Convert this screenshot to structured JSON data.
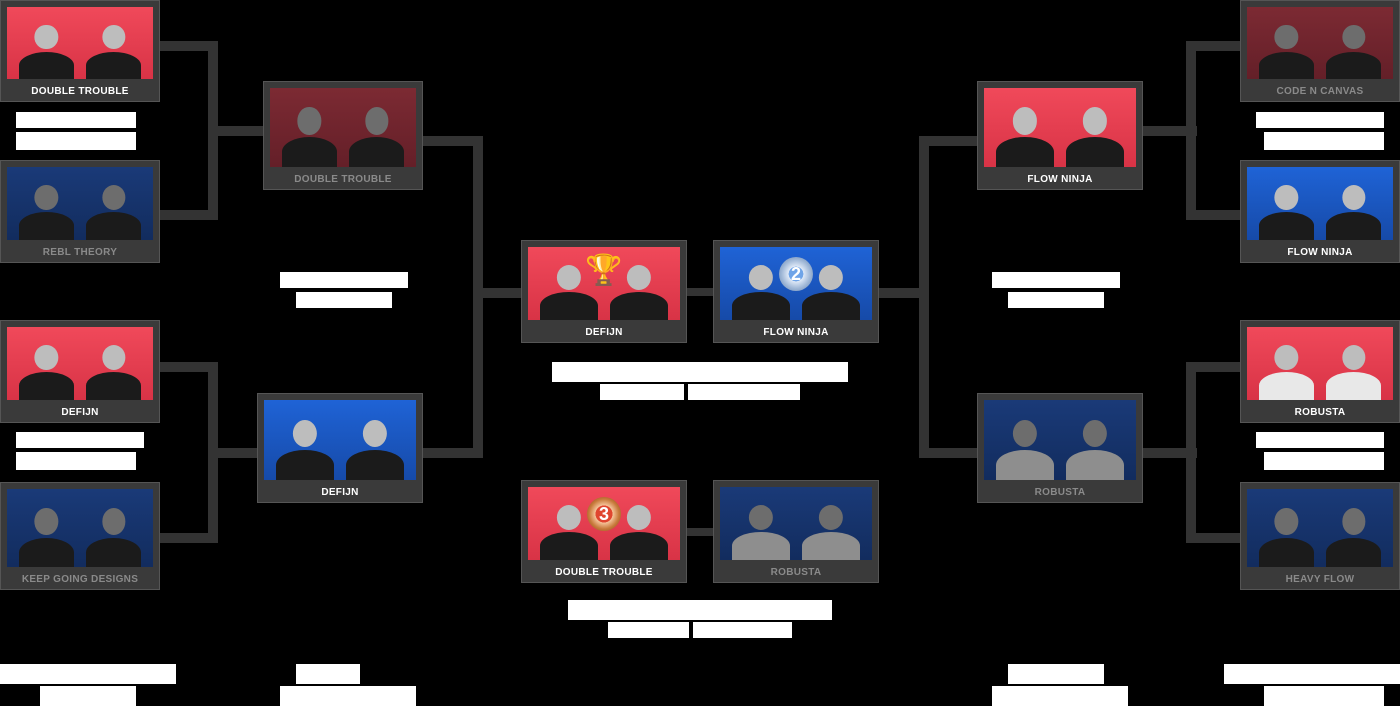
{
  "teams": {
    "double_trouble": "DOUBLE TROUBLE",
    "rebl_theory": "REBL THEORY",
    "defijn": "DEFIJN",
    "keep_going": "KEEP GOING DESIGNS",
    "code_n_canvas": "CODE N CANVAS",
    "flow_ninja": "FLOW NINJA",
    "robusta": "ROBUSTA",
    "heavy_flow": "HEAVY FLOW"
  },
  "bracket": {
    "left_qf": [
      {
        "team": "DOUBLE TROUBLE",
        "color": "red"
      },
      {
        "team": "REBL THEORY",
        "color": "blue",
        "dim": true
      },
      {
        "team": "DEFIJN",
        "color": "red"
      },
      {
        "team": "KEEP GOING DESIGNS",
        "color": "blue",
        "dim": true
      }
    ],
    "left_sf": [
      {
        "team": "DOUBLE TROUBLE",
        "color": "red",
        "dim": true
      },
      {
        "team": "DEFIJN",
        "color": "blue"
      }
    ],
    "final": [
      {
        "team": "DEFIJN",
        "color": "red",
        "place": "1"
      },
      {
        "team": "FLOW NINJA",
        "color": "blue",
        "place": "2"
      }
    ],
    "third_place": [
      {
        "team": "DOUBLE TROUBLE",
        "color": "red",
        "place": "3"
      },
      {
        "team": "ROBUSTA",
        "color": "blue",
        "dim": true
      }
    ],
    "right_sf": [
      {
        "team": "FLOW NINJA",
        "color": "red"
      },
      {
        "team": "ROBUSTA",
        "color": "blue",
        "dim": true
      }
    ],
    "right_qf": [
      {
        "team": "CODE N CANVAS",
        "color": "red",
        "dim": true
      },
      {
        "team": "FLOW NINJA",
        "color": "blue"
      },
      {
        "team": "ROBUSTA",
        "color": "red"
      },
      {
        "team": "HEAVY FLOW",
        "color": "blue",
        "dim": true
      }
    ]
  },
  "colors": {
    "red": "#e8404f",
    "blue": "#1d5bc8",
    "connector": "#333333",
    "card": "#3a3a3a"
  },
  "icons": {
    "first": "trophy-icon",
    "second": "medal-2-icon",
    "third": "medal-3-icon"
  }
}
